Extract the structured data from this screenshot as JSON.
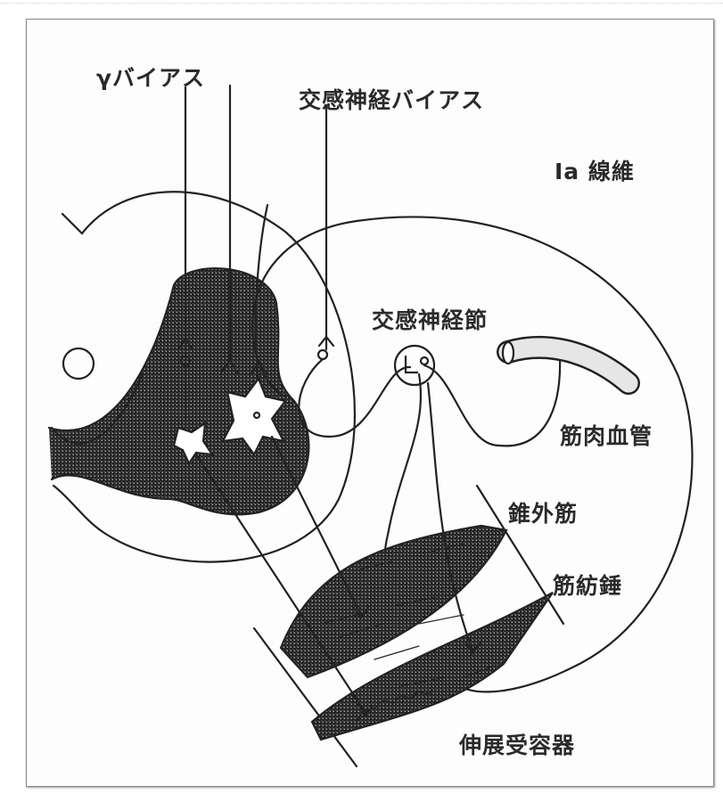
{
  "labels": {
    "gamma_bias": "γバイアス",
    "sympathetic_bias": "交感神経バイアス",
    "ia_fiber": "Ⅰa 線維",
    "sympathetic_ganglion": "交感神経節",
    "muscle_vessel": "筋肉血管",
    "extrafusal_muscle": "錐外筋",
    "muscle_spindle": "筋紡錘",
    "stretch_receptor": "伸展受容器"
  },
  "colors": {
    "line": "#222222",
    "fill": "#e2e2e2"
  }
}
